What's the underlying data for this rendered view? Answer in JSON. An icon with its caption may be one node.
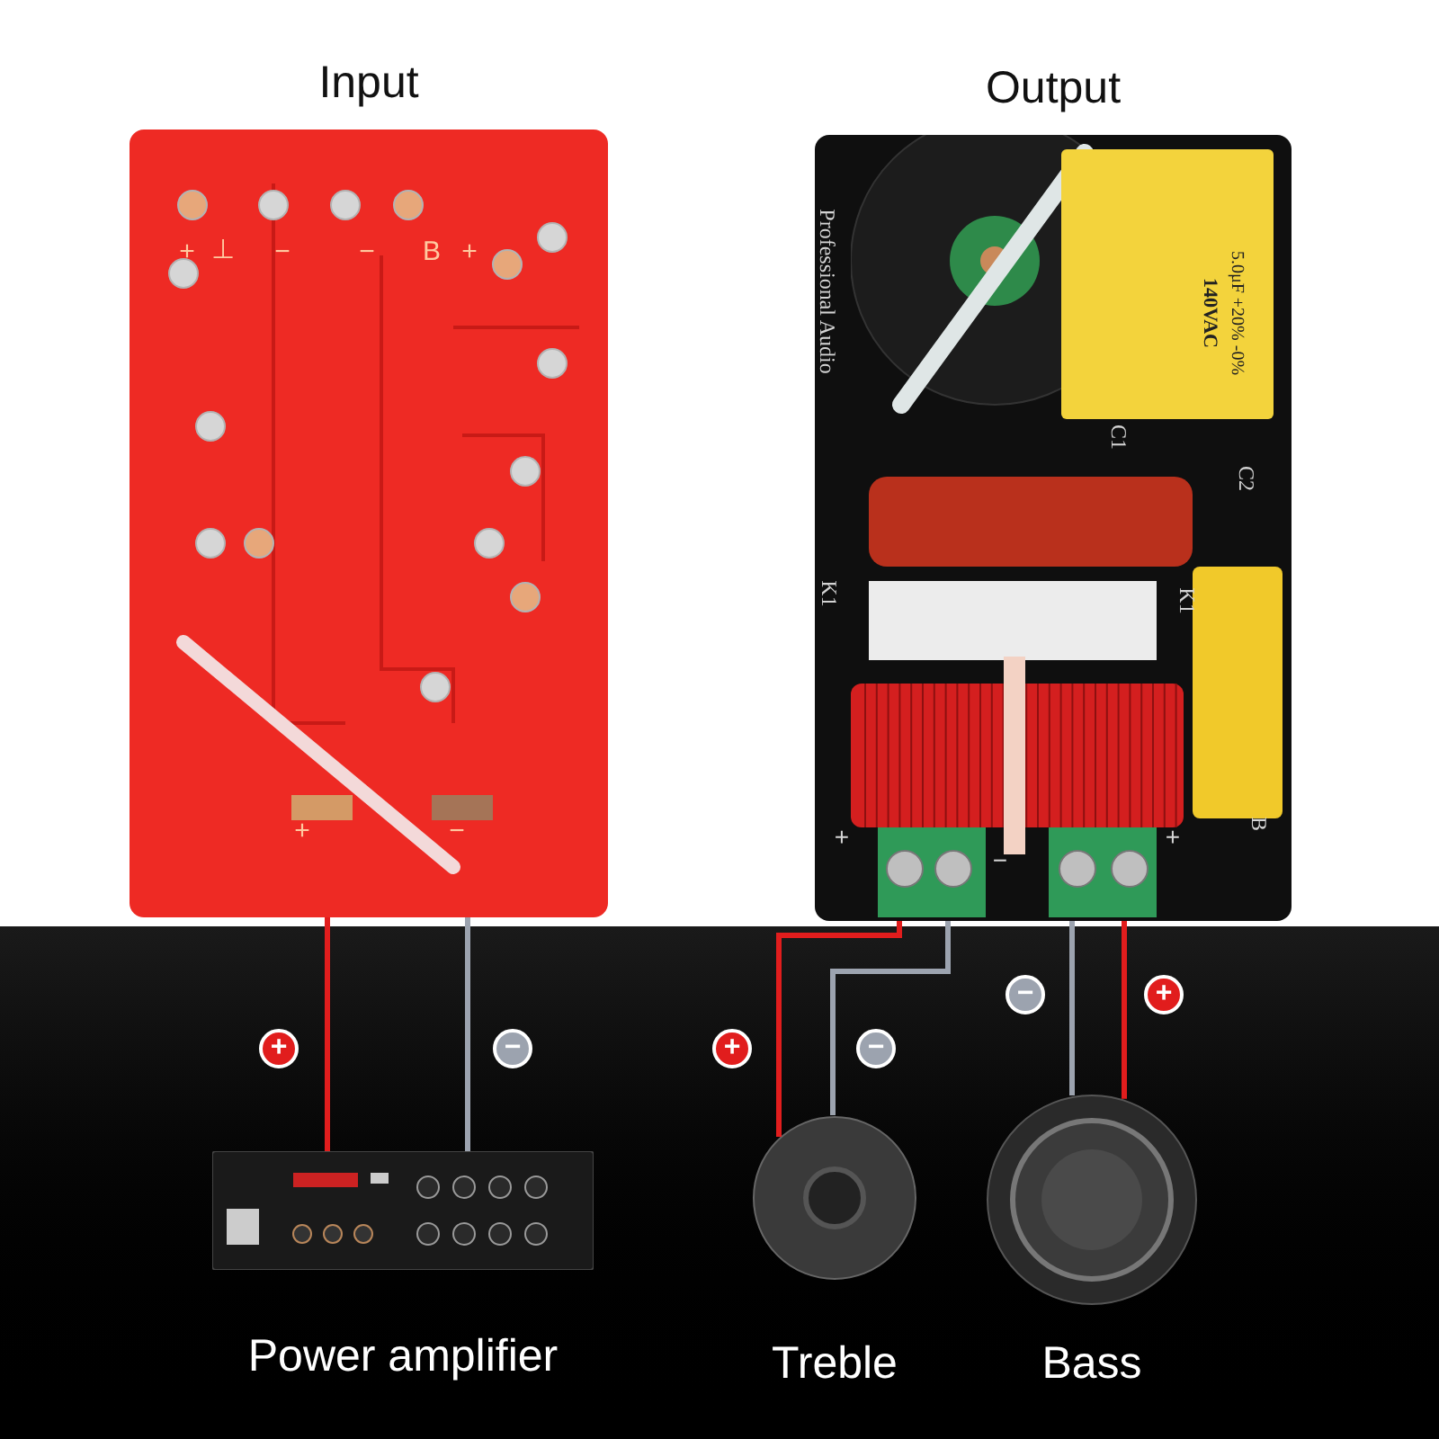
{
  "diagram": {
    "nodes": [
      {
        "text": [
          "Input"
        ]
      },
      {
        "text": [
          "Output"
        ]
      },
      {
        "text": [
          "Power amplifier"
        ]
      },
      {
        "text": [
          "Treble"
        ]
      },
      {
        "text": [
          "Bass"
        ]
      }
    ],
    "edges": [
      {
        "from": 0,
        "to": 2,
        "arrow": "none",
        "label": "+",
        "color": "#e11d1d"
      },
      {
        "from": 0,
        "to": 2,
        "arrow": "none",
        "label": "−",
        "color": "#9ca3af"
      },
      {
        "from": 1,
        "to": 3,
        "arrow": "none",
        "label": "+",
        "color": "#e11d1d"
      },
      {
        "from": 1,
        "to": 3,
        "arrow": "none",
        "label": "−",
        "color": "#9ca3af"
      },
      {
        "from": 1,
        "to": 4,
        "arrow": "none",
        "label": "−",
        "color": "#9ca3af"
      },
      {
        "from": 1,
        "to": 4,
        "arrow": "none",
        "label": "+",
        "color": "#e11d1d"
      }
    ],
    "labels": [
      "+",
      "⊥",
      "−",
      "−",
      "B",
      "+",
      "+",
      "−",
      "Professional Audio",
      "140VAC",
      "5.0μF +20% -0%",
      "C1",
      "C2",
      "K1",
      "K1",
      "+",
      "−",
      "+",
      "B"
    ]
  }
}
